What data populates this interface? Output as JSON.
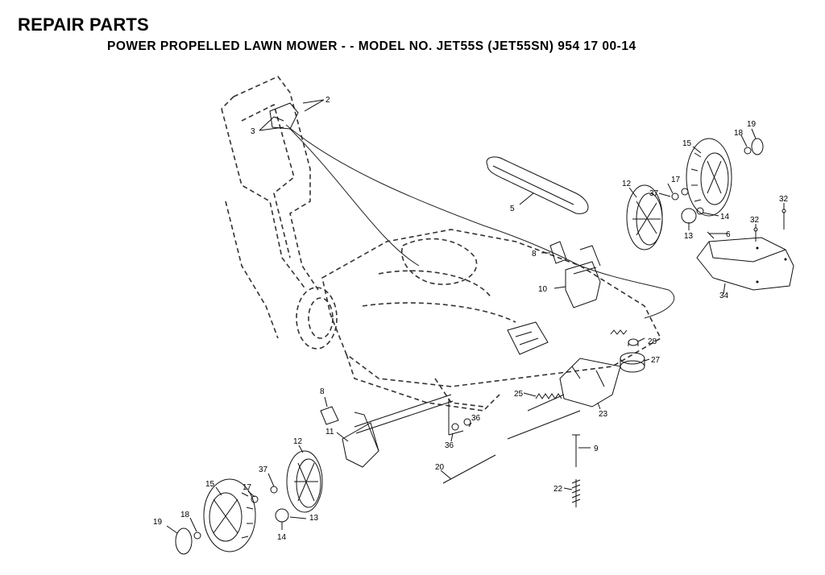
{
  "header": {
    "title": "REPAIR PARTS",
    "subtitle": "POWER PROPELLED LAWN MOWER - - MODEL NO. JET55S (JET55SN) 954 17 00-14"
  },
  "callouts": [
    "2",
    "3",
    "5",
    "6",
    "8",
    "8",
    "9",
    "10",
    "11",
    "12",
    "12",
    "13",
    "13",
    "14",
    "14",
    "15",
    "15",
    "17",
    "17",
    "18",
    "18",
    "19",
    "19",
    "20",
    "22",
    "23",
    "25",
    "27",
    "28",
    "32",
    "32",
    "34",
    "36",
    "36",
    "37",
    "37"
  ]
}
